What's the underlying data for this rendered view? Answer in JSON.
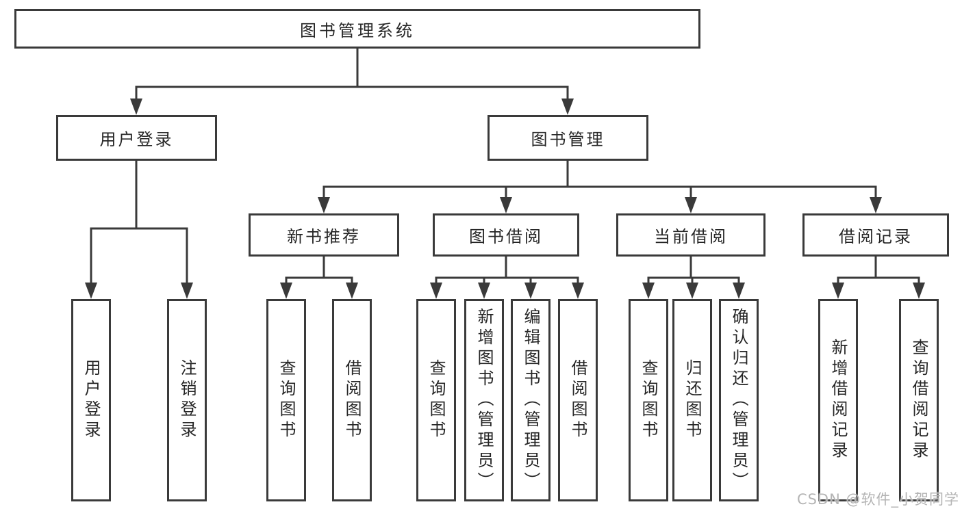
{
  "diagram_title": "图书管理系统",
  "nodes": {
    "root": {
      "label": "图书管理系统"
    },
    "level2": [
      {
        "label": "用户登录"
      },
      {
        "label": "图书管理"
      }
    ],
    "level3": [
      {
        "label": "新书推荐"
      },
      {
        "label": "图书借阅"
      },
      {
        "label": "当前借阅"
      },
      {
        "label": "借阅记录"
      }
    ],
    "level4": [
      {
        "label": "用户登录"
      },
      {
        "label": "注销登录"
      },
      {
        "label": "查询图书"
      },
      {
        "label": "借阅图书"
      },
      {
        "label": "查询图书"
      },
      {
        "label": "新增图书（管理员）"
      },
      {
        "label": "编辑图书（管理员）"
      },
      {
        "label": "借阅图书"
      },
      {
        "label": "查询图书"
      },
      {
        "label": "归还图书"
      },
      {
        "label": "确认归还（管理员）"
      },
      {
        "label": "新增借阅记录"
      },
      {
        "label": "查询借阅记录"
      }
    ]
  },
  "watermark": {
    "text": "CSDN @软件_小贺同学"
  },
  "colors": {
    "line": "#3a3a3a",
    "box_border": "#3a3a3a",
    "box_fill": "#ffffff",
    "background": "#ffffff",
    "text": "#262626",
    "watermark": "#b4b4b4"
  }
}
